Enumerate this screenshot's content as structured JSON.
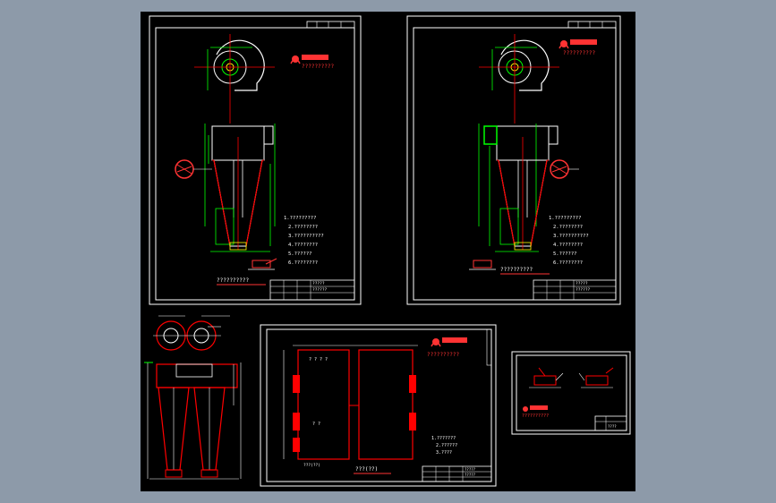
{
  "canvas": {
    "background": "#000000",
    "app_background": "#8d9aa9"
  },
  "colors": {
    "frame": "#ffffff",
    "green": "#00ff00",
    "red": "#ff0000",
    "yellow": "#ffff00",
    "accent": "#ff3333"
  },
  "sheets": [
    {
      "id": "sheet-1",
      "title": "??????????",
      "logo_caption": "??????????",
      "block_title": "?????",
      "block_text": "??????",
      "notes": [
        "1.?????????",
        "2.????????",
        "3.??????????",
        "4.????????",
        "5.??????",
        "6.????????"
      ]
    },
    {
      "id": "sheet-2",
      "title": "??????????",
      "logo_caption": "??????????",
      "block_title": "?????",
      "block_text": "??????",
      "notes": [
        "1.?????????",
        "2.????????",
        "3.??????????",
        "4.????????",
        "5.??????",
        "6.????????"
      ]
    },
    {
      "id": "sheet-4",
      "title": "???(??)",
      "logo_caption": "??????????",
      "block_title": "?????",
      "block_text": "?????",
      "panel_labels": [
        "? ? ? ?",
        "? ?"
      ],
      "notes": [
        "1.???????",
        "2.??????",
        "3.????"
      ]
    },
    {
      "id": "sheet-5",
      "logo_caption": "??????????",
      "block_text": "????"
    }
  ]
}
